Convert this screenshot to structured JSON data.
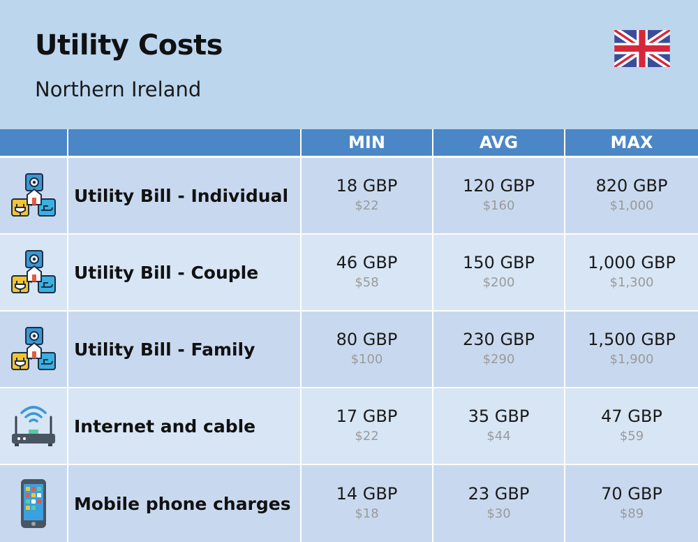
{
  "header": {
    "title": "Utility Costs",
    "subtitle": "Northern Ireland",
    "flag": "united-kingdom-flag-icon"
  },
  "columns": {
    "min": "MIN",
    "avg": "AVG",
    "max": "MAX"
  },
  "colors": {
    "header_bar": "#4b87c6",
    "background": "#bcd6ee",
    "row_odd": "#c8d9ef",
    "row_even": "#d7e5f5"
  },
  "rows": [
    {
      "label": "Utility Bill - Individual",
      "icon": "utility-bill-icon",
      "min_gbp": "18 GBP",
      "min_usd": "$22",
      "avg_gbp": "120 GBP",
      "avg_usd": "$160",
      "max_gbp": "820 GBP",
      "max_usd": "$1,000"
    },
    {
      "label": "Utility Bill - Couple",
      "icon": "utility-bill-icon",
      "min_gbp": "46 GBP",
      "min_usd": "$58",
      "avg_gbp": "150 GBP",
      "avg_usd": "$200",
      "max_gbp": "1,000 GBP",
      "max_usd": "$1,300"
    },
    {
      "label": "Utility Bill - Family",
      "icon": "utility-bill-icon",
      "min_gbp": "80 GBP",
      "min_usd": "$100",
      "avg_gbp": "230 GBP",
      "avg_usd": "$290",
      "max_gbp": "1,500 GBP",
      "max_usd": "$1,900"
    },
    {
      "label": "Internet and cable",
      "icon": "wifi-router-icon",
      "min_gbp": "17 GBP",
      "min_usd": "$22",
      "avg_gbp": "35 GBP",
      "avg_usd": "$44",
      "max_gbp": "47 GBP",
      "max_usd": "$59"
    },
    {
      "label": "Mobile phone charges",
      "icon": "mobile-phone-icon",
      "min_gbp": "14 GBP",
      "min_usd": "$18",
      "avg_gbp": "23 GBP",
      "avg_usd": "$30",
      "max_gbp": "70 GBP",
      "max_usd": "$89"
    }
  ]
}
